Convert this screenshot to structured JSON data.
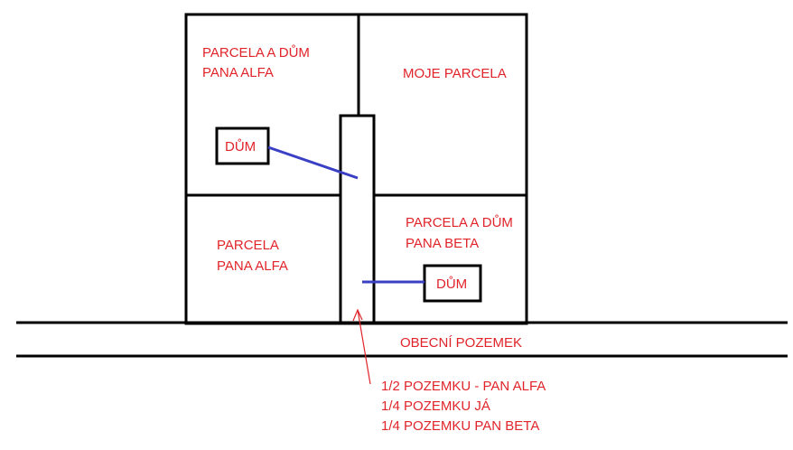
{
  "colors": {
    "line": "#000000",
    "label": "#e0242a",
    "connector": "#3a3fc4"
  },
  "labels": {
    "parcel_alfa_house_line1": "PARCELA A DŮM",
    "parcel_alfa_house_line2": "PANA ALFA",
    "my_parcel": "MOJE PARCELA",
    "house_alfa": "DŮM",
    "parcel_alfa_line1": "PARCELA",
    "parcel_alfa_line2": "PANA ALFA",
    "parcel_beta_house_line1": "PARCELA A DŮM",
    "parcel_beta_house_line2": "PANA BETA",
    "house_beta": "DŮM",
    "public_land": "OBECNÍ POZEMEK",
    "share_line1": "1/2 POZEMKU - PAN ALFA",
    "share_line2": "1/4 POZEMKU JÁ",
    "share_line3": "1/4 POZEMKU PAN BETA"
  }
}
